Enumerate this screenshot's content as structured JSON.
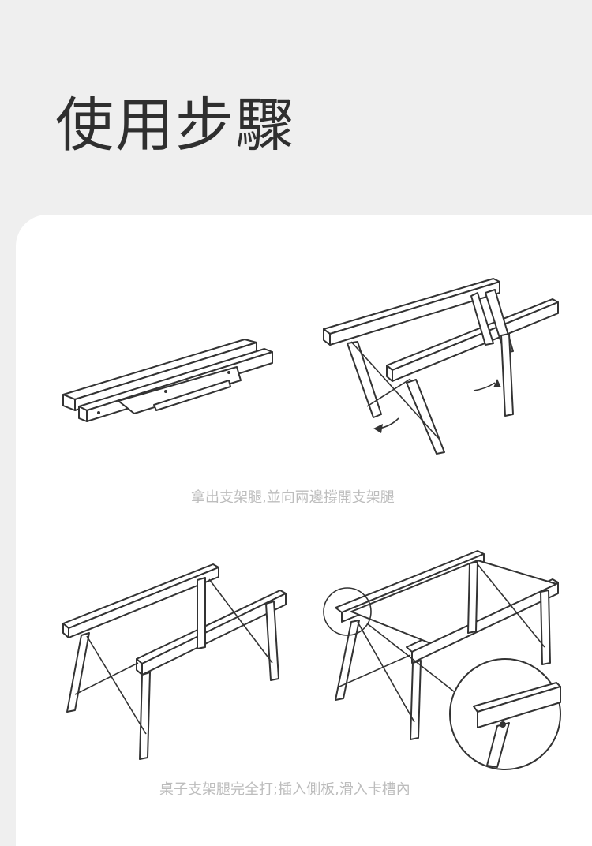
{
  "header": {
    "title": "使用步驟"
  },
  "steps": [
    {
      "caption": "拿出支架腿,並向兩邊撐開支架腿"
    },
    {
      "caption": "桌子支架腿完全打;插入側板,滑入卡槽內"
    }
  ]
}
